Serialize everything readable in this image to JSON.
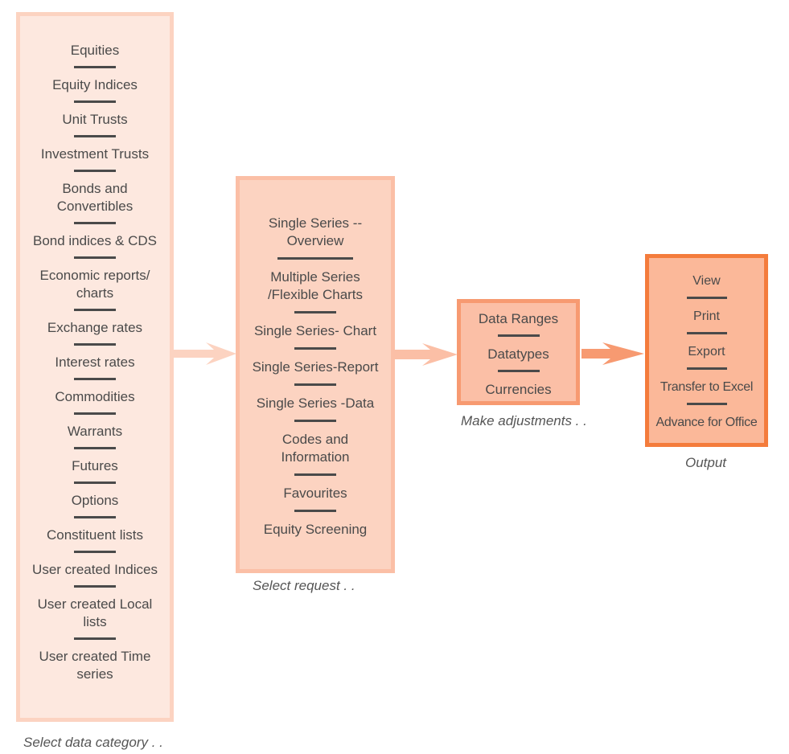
{
  "categories": {
    "items": [
      "Equities",
      "Equity Indices",
      "Unit Trusts",
      "Investment Trusts",
      "Bonds  and\nConvertibles",
      "Bond indices & CDS",
      "Economic reports/\ncharts",
      "Exchange rates",
      "Interest rates",
      "Commodities",
      "Warrants",
      "Futures",
      "Options",
      "Constituent lists",
      "User created Indices",
      "User created Local\nlists",
      "User created Time\nseries"
    ],
    "caption": "Select data category . ."
  },
  "requests": {
    "items": [
      "Single Series --\nOverview",
      "Multiple Series\n/Flexible Charts",
      "Single Series- Chart",
      "Single Series-Report",
      "Single Series -Data",
      "Codes  and\nInformation",
      "Favourites",
      "Equity Screening"
    ],
    "caption": "Select request . ."
  },
  "adjustments": {
    "items": [
      "Data Ranges",
      "Datatypes",
      "Currencies"
    ],
    "caption": "Make adjustments . ."
  },
  "output": {
    "items": [
      "View",
      "Print",
      "Export",
      "Transfer to Excel",
      "Advance for Office"
    ],
    "caption": "Output"
  },
  "colors": {
    "stage1_fill": "#fde8df",
    "stage1_border": "#fcd3c1",
    "stage2_fill": "#fcd3c1",
    "stage2_border": "#fbbfa6",
    "stage3_fill": "#fbbfa6",
    "stage3_border": "#f79a71",
    "stage4_fill": "#fbb899",
    "stage4_border": "#f47c3c",
    "arrow1": "#fcd3c1",
    "arrow2": "#fbbfa6",
    "arrow3": "#f79a71"
  }
}
